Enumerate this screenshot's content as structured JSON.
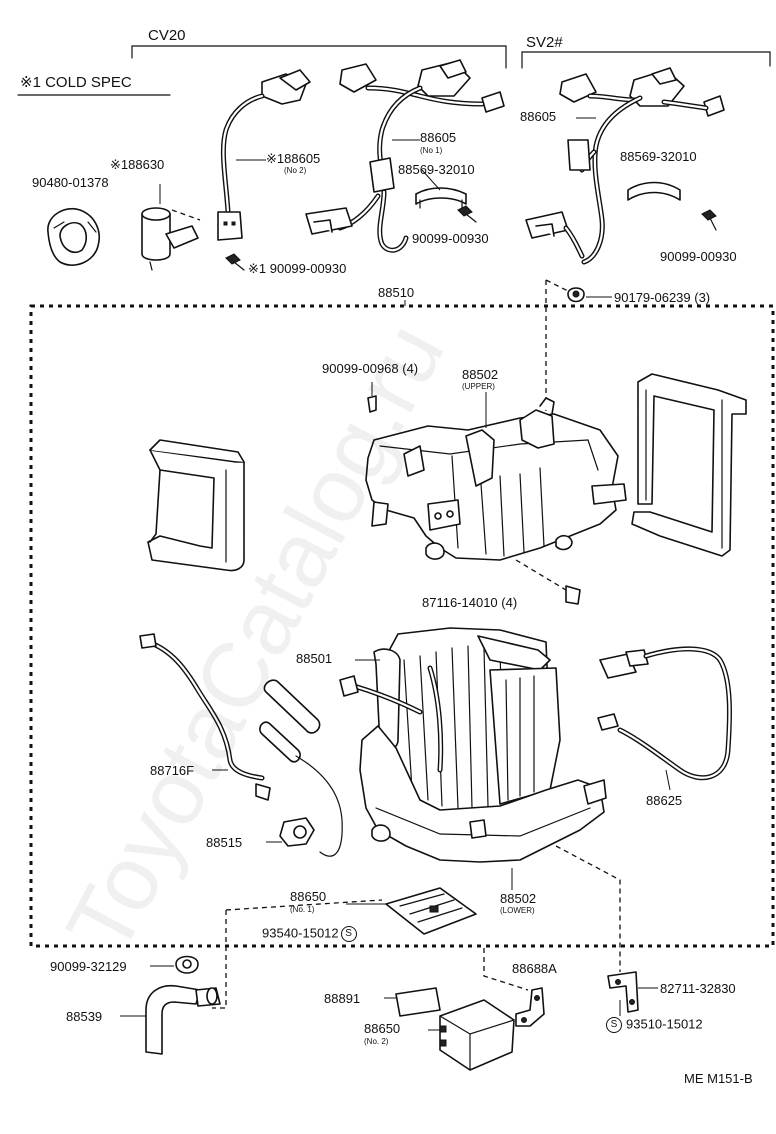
{
  "headers": {
    "cv20": "CV20",
    "sv2": "SV2#",
    "cold_spec": "※1 COLD SPEC"
  },
  "labels": {
    "p90480_01378": "90480-01378",
    "p188630": "※188630",
    "p188605_cv": "※188605",
    "p188605_cv_sub": "(No 2)",
    "p88605_no1": "88605",
    "p88605_no1_sub": "(No 1)",
    "p88569_cv": "88569-32010",
    "p90099_00930_cv": "90099-00930",
    "p190099_00930": "※1 90099-00930",
    "p88605_sv": "88605",
    "p88569_sv": "88569-32010",
    "p90099_00930_sv": "90099-00930",
    "p90179_06239": "90179-06239 (3)",
    "p88510": "88510",
    "p90099_00968": "90099-00968 (4)",
    "p88502_upper": "88502",
    "p88502_upper_sub": "(UPPER)",
    "p87116_14010": "87116-14010 (4)",
    "p88501": "88501",
    "p88716f": "88716F",
    "p88625": "88625",
    "p88515": "88515",
    "p88650_no1": "88650",
    "p88650_no1_sub": "(No. 1)",
    "p88502_lower": "88502",
    "p88502_lower_sub": "(LOWER)",
    "p93540_15012": "93540-15012",
    "p90099_32129": "90099-32129",
    "p88688a": "88688A",
    "p82711_32830": "82711-32830",
    "p88891": "88891",
    "p88650_no2": "88650",
    "p88650_no2_sub": "(No. 2)",
    "p88539": "88539",
    "p93510_15012": "93510-15012",
    "s_mark": "S",
    "figure_code": "ME M151-B"
  },
  "watermark": "ToyotaCatalog.ru"
}
